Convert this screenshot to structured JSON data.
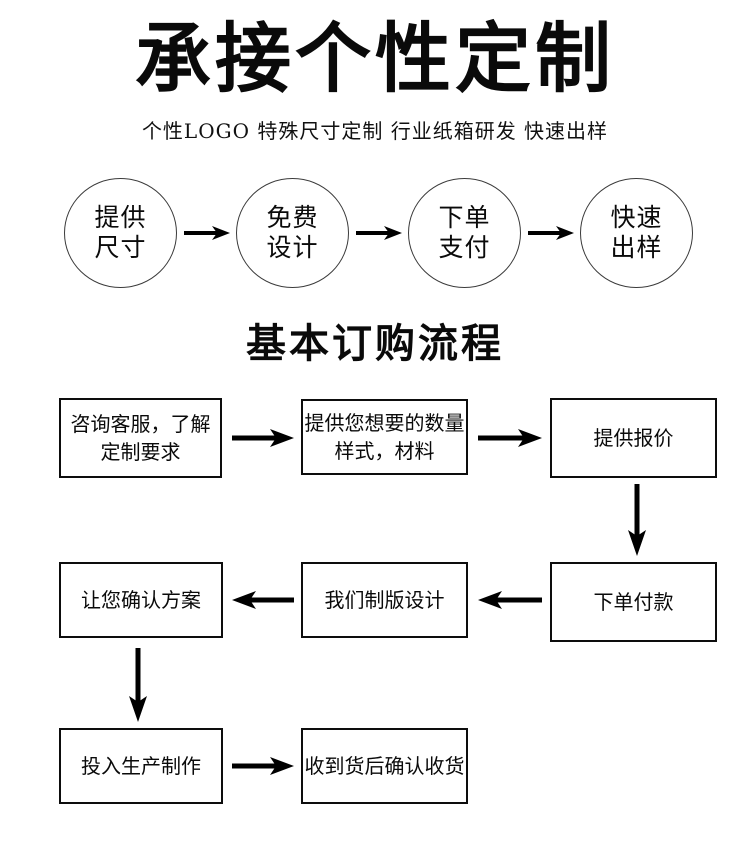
{
  "header": {
    "title": "承接个性定制",
    "subtitle": "个性LOGO 特殊尺寸定制  行业纸箱研发  快速出样"
  },
  "colors": {
    "background": "#ffffff",
    "text": "#0a0a0a",
    "circle_stroke": "#3b3b3b",
    "box_stroke": "#0d0d0d",
    "arrow": "#000000"
  },
  "steps_circles": {
    "items": [
      {
        "id": "provide-size",
        "label": "提供\n尺寸"
      },
      {
        "id": "free-design",
        "label": "免费\n设计"
      },
      {
        "id": "order-payment",
        "label": "下单\n支付"
      },
      {
        "id": "fast-sample",
        "label": "快速\n出样"
      }
    ],
    "connector_icon": "arrow-right-icon"
  },
  "section": {
    "title": "基本订购流程"
  },
  "flowchart": {
    "rows": [
      {
        "id": "row-1",
        "direction": "left-to-right",
        "boxes": [
          {
            "id": "consult-service",
            "label": "咨询客服，了解\n定制要求"
          },
          {
            "id": "provide-details",
            "label": "提供您想要的数量\n样式，材料"
          },
          {
            "id": "provide-quote",
            "label": "提供报价"
          }
        ]
      },
      {
        "id": "row-2",
        "direction": "right-to-left",
        "boxes": [
          {
            "id": "confirm-plan",
            "label": "让您确认方案"
          },
          {
            "id": "plate-design",
            "label": "我们制版设计"
          },
          {
            "id": "order-pay",
            "label": "下单付款"
          }
        ]
      },
      {
        "id": "row-3",
        "direction": "left-to-right",
        "boxes": [
          {
            "id": "start-production",
            "label": "投入生产制作"
          },
          {
            "id": "confirm-receipt",
            "label": "收到货后确认收货"
          }
        ]
      }
    ],
    "connectors": {
      "right_icon": "arrow-right-icon",
      "left_icon": "arrow-left-icon",
      "down_icon": "arrow-down-icon"
    }
  }
}
